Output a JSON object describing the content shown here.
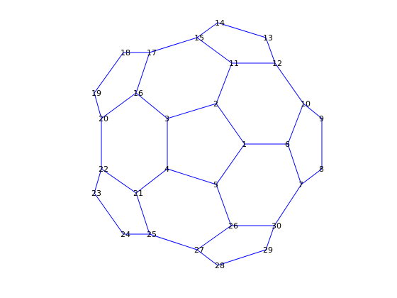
{
  "graph": {
    "edge_color": "#0000ff",
    "label_color": "#000000",
    "nodes": [
      {
        "id": "1",
        "label": "1"
      },
      {
        "id": "2",
        "label": "2"
      },
      {
        "id": "3",
        "label": "3"
      },
      {
        "id": "4",
        "label": "4"
      },
      {
        "id": "5",
        "label": "5"
      },
      {
        "id": "6",
        "label": "6"
      },
      {
        "id": "7",
        "label": "7"
      },
      {
        "id": "8",
        "label": "8"
      },
      {
        "id": "9",
        "label": "9"
      },
      {
        "id": "10",
        "label": "10"
      },
      {
        "id": "11",
        "label": "11"
      },
      {
        "id": "12",
        "label": "12"
      },
      {
        "id": "13",
        "label": "13"
      },
      {
        "id": "14",
        "label": "14"
      },
      {
        "id": "15",
        "label": "15"
      },
      {
        "id": "16",
        "label": "16"
      },
      {
        "id": "17",
        "label": "17"
      },
      {
        "id": "18",
        "label": "18"
      },
      {
        "id": "19",
        "label": "19"
      },
      {
        "id": "20",
        "label": "20"
      },
      {
        "id": "21",
        "label": "21"
      },
      {
        "id": "22",
        "label": "22"
      },
      {
        "id": "23",
        "label": "23"
      },
      {
        "id": "24",
        "label": "24"
      },
      {
        "id": "25",
        "label": "25"
      },
      {
        "id": "26",
        "label": "26"
      },
      {
        "id": "27",
        "label": "27"
      },
      {
        "id": "28",
        "label": "28"
      },
      {
        "id": "29",
        "label": "29"
      },
      {
        "id": "30",
        "label": "30"
      }
    ],
    "edges": [
      [
        "1",
        "2"
      ],
      [
        "2",
        "3"
      ],
      [
        "3",
        "4"
      ],
      [
        "4",
        "5"
      ],
      [
        "5",
        "1"
      ],
      [
        "1",
        "6"
      ],
      [
        "6",
        "7"
      ],
      [
        "7",
        "8"
      ],
      [
        "8",
        "9"
      ],
      [
        "9",
        "10"
      ],
      [
        "10",
        "6"
      ],
      [
        "2",
        "11"
      ],
      [
        "11",
        "12"
      ],
      [
        "12",
        "10"
      ],
      [
        "12",
        "13"
      ],
      [
        "13",
        "14"
      ],
      [
        "14",
        "15"
      ],
      [
        "15",
        "11"
      ],
      [
        "15",
        "17"
      ],
      [
        "17",
        "16"
      ],
      [
        "16",
        "3"
      ],
      [
        "17",
        "18"
      ],
      [
        "18",
        "19"
      ],
      [
        "19",
        "20"
      ],
      [
        "20",
        "16"
      ],
      [
        "20",
        "22"
      ],
      [
        "22",
        "21"
      ],
      [
        "21",
        "4"
      ],
      [
        "22",
        "23"
      ],
      [
        "23",
        "24"
      ],
      [
        "24",
        "25"
      ],
      [
        "25",
        "21"
      ],
      [
        "25",
        "27"
      ],
      [
        "27",
        "26"
      ],
      [
        "26",
        "5"
      ],
      [
        "26",
        "30"
      ],
      [
        "30",
        "7"
      ],
      [
        "27",
        "28"
      ],
      [
        "28",
        "29"
      ],
      [
        "29",
        "30"
      ]
    ]
  }
}
